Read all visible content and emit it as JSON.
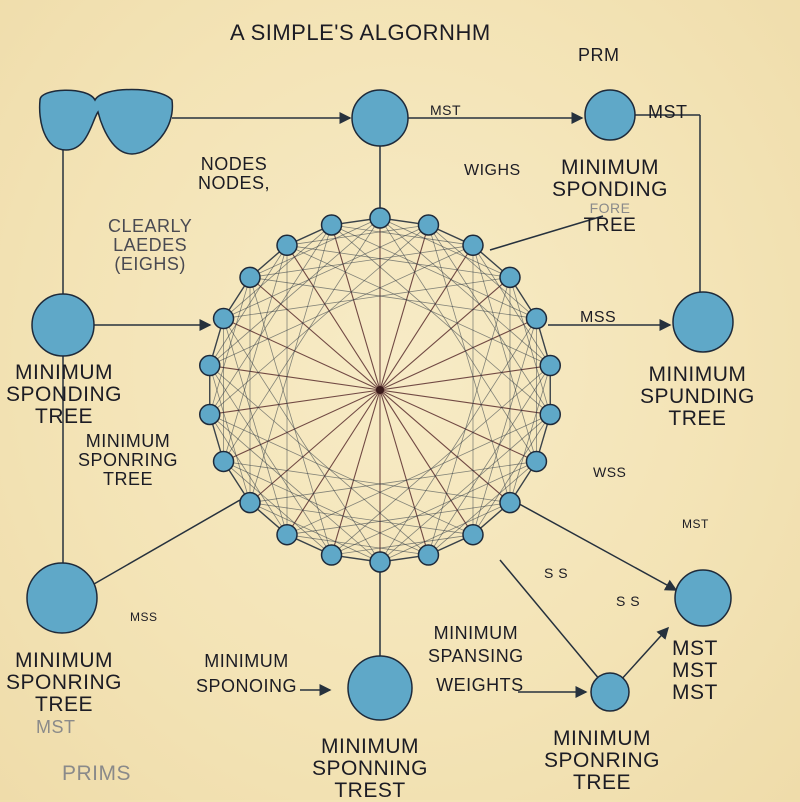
{
  "title": "A SIMPLE'S ALGORNHM",
  "colors": {
    "background": "#f3e3b5",
    "node_fill": "#5fa8c8",
    "node_stroke": "#1e2a3a",
    "edge": "#26313d",
    "hub_edge": "#5a2e2e"
  },
  "labels": {
    "prm": "PRM",
    "top_mst_left": "MST",
    "top_mst_right": "MST",
    "nodes_1": "NODES",
    "nodes_2": "NODES,",
    "wighs": "WIGHS",
    "clearly_1": "CLEARLY",
    "clearly_2": "LAEDES",
    "clearly_3": "(EIGHS)",
    "tr_minimum": "MINIMUM",
    "tr_sponding": "SPONDING",
    "tr_fore": "FORE",
    "tr_tree": "TREE",
    "mss": "MSS",
    "left_minimum": "MINIMUM",
    "left_spoding": "SPONDING",
    "left_tree": "TREE",
    "left2_minimum": "MINIMUM",
    "left2_sponring": "SPONRING",
    "left2_tree": "TREE",
    "right_minimum": "MINIMUM",
    "right_spunding": "SPUNDING",
    "right_tree": "TREE",
    "wss": "WSS",
    "mst_small": "MST",
    "s_s": "S S",
    "s_s_arrow": "S S",
    "bl_mss": "MSS",
    "bl_minimum": "MINIMUM",
    "bl_sponring": "SPONRING",
    "bl_tree": "TREE",
    "bl_mst": "MST",
    "prims": "PRIMS",
    "bc_minimum": "MINIMUM",
    "bc_sponoing": "SPONOING",
    "cr_minimum": "MINIMUM",
    "cr_spansing": "SPANSING",
    "cr_weights": "WEIGHTS",
    "bottom_minimum": "MINIMUM",
    "bottom_sponning": "SPONNING",
    "bottom_trest": "TREST",
    "br_minimum": "MINIMUM",
    "br_sponring": "SPONRING",
    "br_tree": "TREE",
    "mst_1": "MST",
    "mst_2": "MST",
    "mst_3": "MST"
  }
}
